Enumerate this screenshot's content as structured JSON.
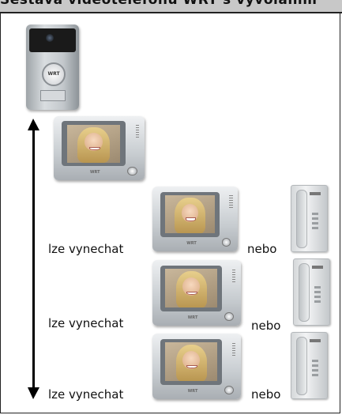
{
  "header": {
    "banner_text": "Sestava videotelefonu WRT s vyvoláním"
  },
  "door_station": {
    "brand": "WRT"
  },
  "monitor_brand": "WRT",
  "rows": [
    {
      "optional_label": "lze vynechat",
      "or_label": "nebo"
    },
    {
      "optional_label": "lze vynechat",
      "or_label": "nebo"
    },
    {
      "optional_label": "lze vynechat",
      "or_label": "nebo"
    }
  ]
}
